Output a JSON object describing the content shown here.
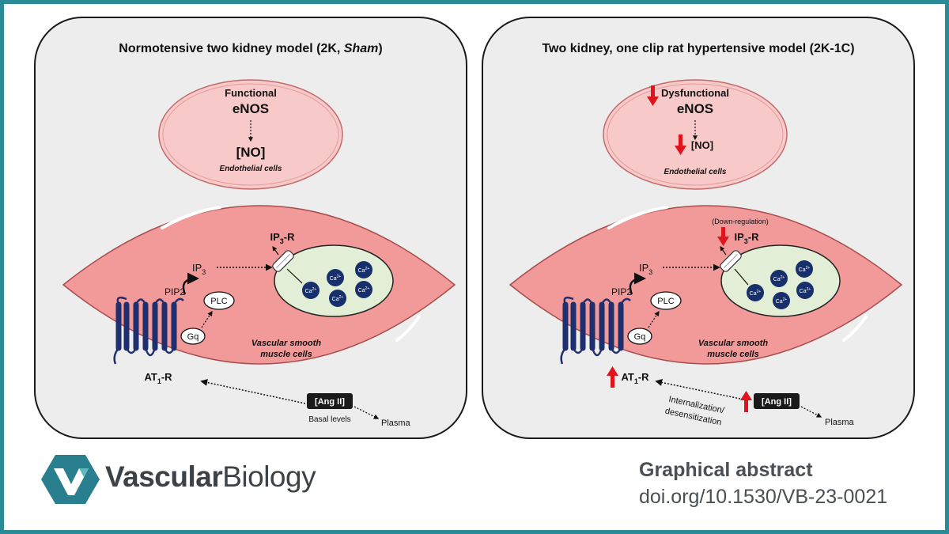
{
  "colors": {
    "frame": "#2a8b96",
    "panel_bg": "#ededed",
    "endothelial_fill": "#f7c9c9",
    "smooth_muscle_fill": "#f29a9a",
    "sr_fill": "#e2efd6",
    "calcium_fill": "#17306b",
    "receptor_fill": "#1f2f6e",
    "arrow_red": "#e0141c"
  },
  "panels": [
    {
      "title_main": "Normotensive two kidney model (2K, ",
      "title_italic": "Sham",
      "title_end": ")",
      "endothelial": {
        "top_label": "Functional",
        "enos": "eNOS",
        "no": "[NO]",
        "cell_label": "Endothelial cells"
      },
      "ip3r_label": "IP",
      "ip3r_sub": "3",
      "ip3r_suffix": "-R",
      "ip3_label": "IP",
      "ip3_sub": "3",
      "pip2_label": "PIP2",
      "plc_label": "PLC",
      "gq_label": "Gq",
      "calcium_label": "Ca",
      "calcium_sup": "2+",
      "vsmc_line1": "Vascular smooth",
      "vsmc_line2": "muscle cells",
      "at1r_label": "AT",
      "at1r_sub": "1",
      "at1r_suffix": "-R",
      "ang_label": "[Ang II]",
      "ang_note": "Basal levels",
      "plasma_label": "Plasma"
    },
    {
      "title_main": "Two kidney, one clip rat hypertensive model (2K-1C)",
      "endothelial": {
        "top_label": "Dysfunctional",
        "enos": "eNOS",
        "no": "[NO]",
        "cell_label": "Endothelial cells"
      },
      "downregulation_note": "(Down-regulation)",
      "ip3r_label": "IP",
      "ip3r_sub": "3",
      "ip3r_suffix": "-R",
      "ip3_label": "IP",
      "ip3_sub": "3",
      "pip2_label": "PIP2",
      "plc_label": "PLC",
      "gq_label": "Gq",
      "calcium_label": "Ca",
      "calcium_sup": "2+",
      "vsmc_line1": "Vascular smooth",
      "vsmc_line2": "muscle cells",
      "at1r_label": "AT",
      "at1r_sub": "1",
      "at1r_suffix": "-R",
      "ang_label": "[Ang II]",
      "internalization_line1": "Internalization/",
      "internalization_line2": "desensitization",
      "plasma_label": "Plasma"
    }
  ],
  "footer": {
    "logo_bold": "Vascular",
    "logo_regular": "Biology",
    "title": "Graphical abstract",
    "doi": "doi.org/10.1530/VB-23-0021"
  }
}
